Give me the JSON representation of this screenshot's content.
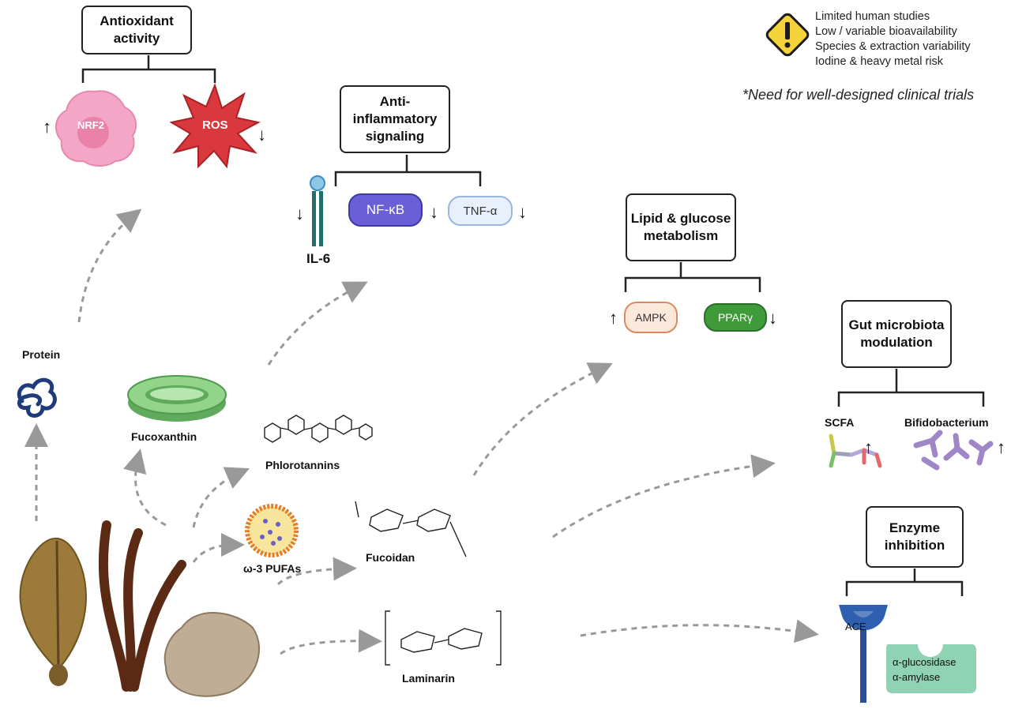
{
  "boxes": {
    "antioxidant": "Antioxidant activity",
    "anti_inflammatory": "Anti-inflammatory signaling",
    "lipid_glucose": "Lipid & glucose metabolism",
    "gut": "Gut microbiota modulation",
    "enzyme": "Enzyme inhibition"
  },
  "markers": {
    "nrf2": "NRF2",
    "ros": "ROS",
    "il6": "IL-6",
    "nfkb": "NF-κB",
    "tnfa": "TNF-α",
    "ampk": "AMPK",
    "ppar": "PPARγ",
    "scfa": "SCFA",
    "bifido": "Bifidobacterium",
    "ace": "ACE",
    "glucosidase": "α-glucosidase",
    "amylase": "α-amylase"
  },
  "compounds": {
    "protein": "Protein",
    "fucoxanthin": "Fucoxanthin",
    "phlorotannins": "Phlorotannins",
    "pufas": "ω-3 PUFAs",
    "fucoidan": "Fucoidan",
    "laminarin": "Laminarin"
  },
  "caveats": [
    "Limited human studies",
    "Low / variable bioavailability",
    "Species & extraction variability",
    "Iodine & heavy metal risk"
  ],
  "note": "*Need for well-designed clinical trials",
  "arrows": {
    "up": "↑",
    "down": "↓"
  },
  "colors": {
    "nrf2": "#f4a6c6",
    "ros": "#d9383c",
    "nfkb": "#6a5fd6",
    "tnfa": "#e8f0fb",
    "ampk": "#fde8dc",
    "ppar": "#3f9b3a",
    "ace": "#2f5fb0",
    "enzyme": "#8fd3b4",
    "warning": "#f5d43b"
  }
}
